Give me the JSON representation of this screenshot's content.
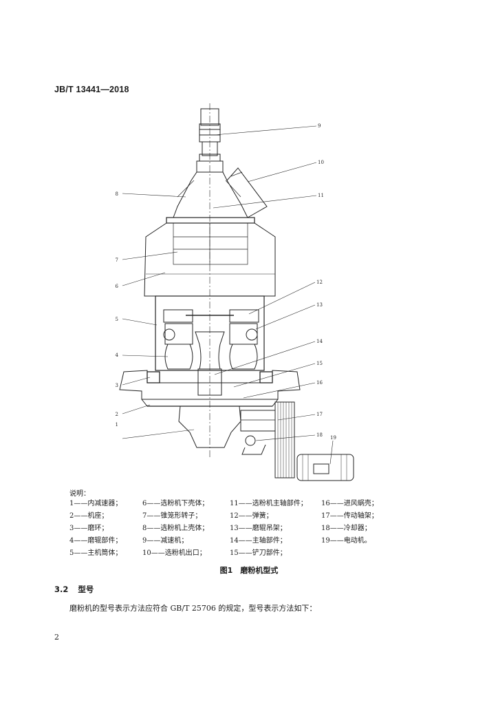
{
  "header": {
    "standard_code": "JB/T 13441—2018"
  },
  "figure": {
    "callouts": [
      "1",
      "2",
      "3",
      "4",
      "5",
      "6",
      "7",
      "8",
      "9",
      "10",
      "11",
      "12",
      "13",
      "14",
      "15",
      "16",
      "17",
      "18",
      "19"
    ]
  },
  "legend": {
    "title": "说明：",
    "items": [
      "1——内减速器；",
      "6——选粉机下壳体；",
      "11——选粉机主轴部件；",
      "16——进风蜗壳；",
      "2——机座；",
      "7——锥笼形转子；",
      "12——弹簧；",
      "17——传动轴架；",
      "3——磨环；",
      "8——选粉机上壳体；",
      "13——磨辊吊架；",
      "18——冷却器；",
      "4——磨辊部件；",
      "9——减速机；",
      "14——主轴部件；",
      "19——电动机。",
      "5——主机筒体；",
      "10——选粉机出口；",
      "15——铲刀部件；",
      ""
    ]
  },
  "caption": "图1　磨粉机型式",
  "section": {
    "number": "3.2",
    "title": "型号"
  },
  "paragraph": "磨粉机的型号表示方法应符合 GB/T 25706 的规定，型号表示方法如下：",
  "page_number": "2"
}
